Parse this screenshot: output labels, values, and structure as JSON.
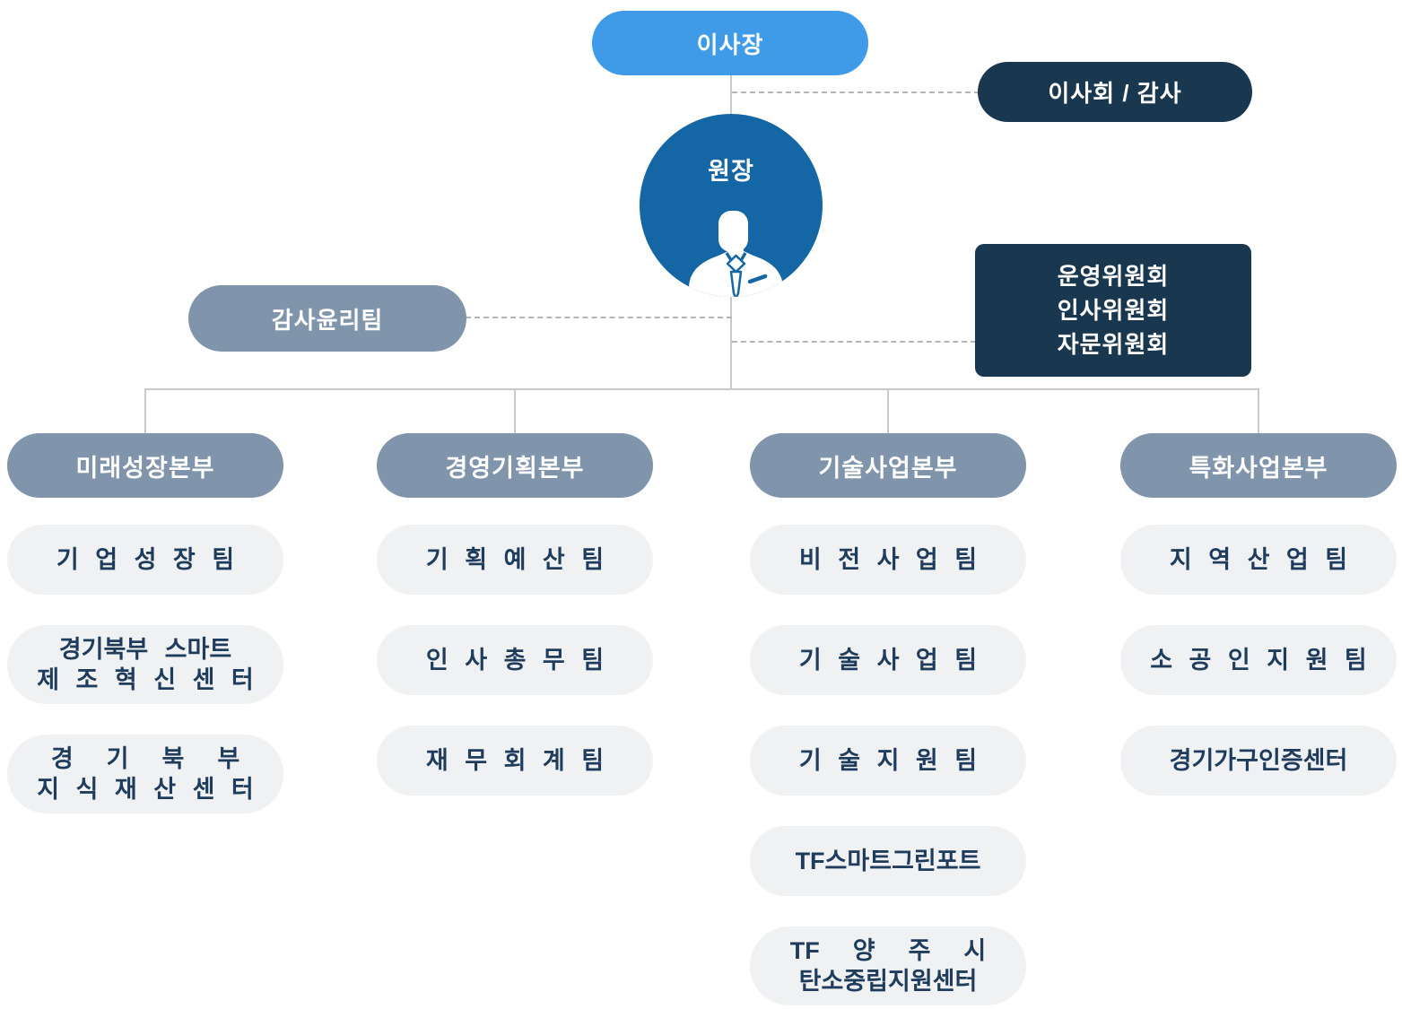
{
  "palette": {
    "light_blue": "#3f9ae7",
    "navy": "#1a3750",
    "circle_blue": "#1566a4",
    "slate": "#8094ab",
    "team_bg": "#f0f1f2",
    "team_text": "#1f3c5c",
    "solid_line": "#c7c9cb",
    "dashed_line": "#b3b6b9"
  },
  "top": {
    "chairman": "이사장",
    "board_audit": "이사회 / 감사",
    "director": "원장",
    "audit_ethics_team": "감사윤리팀",
    "committees": [
      "운영위원회",
      "인사위원회",
      "자문위원회"
    ]
  },
  "divisions": [
    {
      "name": "미래성장본부",
      "teams": [
        {
          "lines": [
            "기 업 성 장 팀"
          ]
        },
        {
          "lines": [
            "경기북부 스마트",
            "제 조 혁 신 센 터"
          ]
        },
        {
          "lines": [
            "경  기  북  부",
            "지 식 재 산 센 터"
          ]
        }
      ]
    },
    {
      "name": "경영기획본부",
      "teams": [
        {
          "lines": [
            "기 획 예 산 팀"
          ]
        },
        {
          "lines": [
            "인 사 총 무 팀"
          ]
        },
        {
          "lines": [
            "재 무 회 계 팀"
          ]
        }
      ]
    },
    {
      "name": "기술사업본부",
      "teams": [
        {
          "lines": [
            "비 전 사 업 팀"
          ]
        },
        {
          "lines": [
            "기 술 사 업 팀"
          ]
        },
        {
          "lines": [
            "기 술 지 원 팀"
          ]
        },
        {
          "lines": [
            "TF스마트그린포트"
          ]
        },
        {
          "lines": [
            "TF  양  주  시",
            "탄소중립지원센터"
          ]
        }
      ]
    },
    {
      "name": "특화사업본부",
      "teams": [
        {
          "lines": [
            "지 역 산 업 팀"
          ]
        },
        {
          "lines": [
            "소 공 인 지 원 팀"
          ]
        },
        {
          "lines": [
            "경기가구인증센터"
          ]
        }
      ]
    }
  ]
}
